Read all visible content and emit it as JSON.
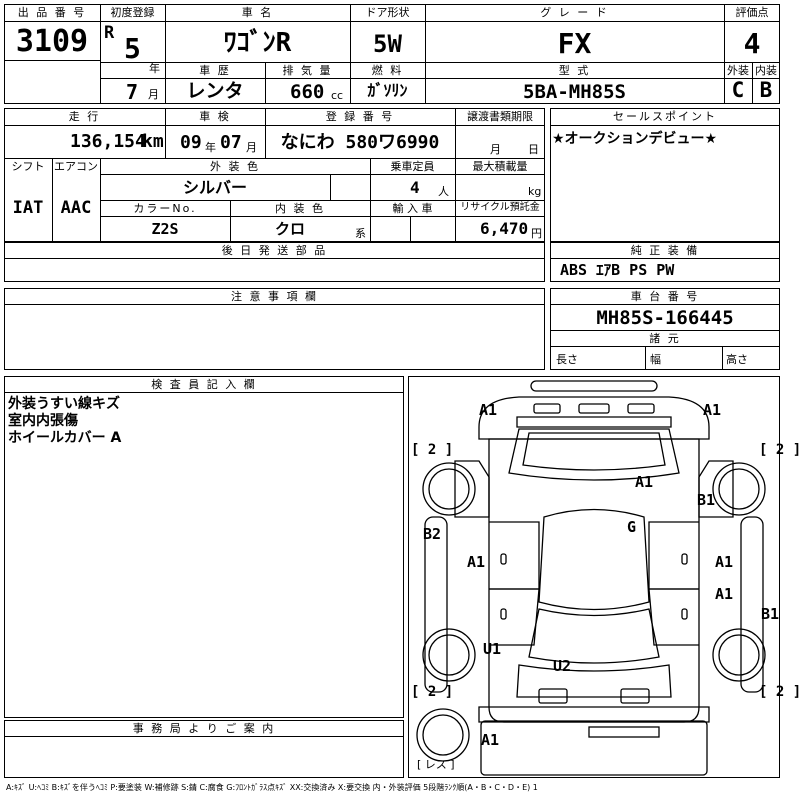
{
  "lot": {
    "header": "出 品 番 号",
    "value": "3109"
  },
  "first_reg": {
    "header": "初度登録",
    "era": "R",
    "year": "5",
    "year_unit": "年",
    "month": "7",
    "month_unit": "月"
  },
  "car_name": {
    "header": "車 名",
    "value": "ﾜｺﾞﾝR"
  },
  "door": {
    "header": "ドア形状",
    "value": "5W"
  },
  "grade": {
    "header": "グ レ ー ド",
    "value": "FX"
  },
  "score": {
    "header": "評価点",
    "value": "4"
  },
  "history": {
    "header": "車 歴",
    "value": "レンタ"
  },
  "displacement": {
    "header": "排 気 量",
    "value": "660",
    "unit": "cc"
  },
  "fuel": {
    "header": "燃 料",
    "value": "ｶﾞｿﾘﾝ"
  },
  "model_code": {
    "header": "型 式",
    "value": "5BA-MH85S"
  },
  "exterior_grade": {
    "header": "外装",
    "value": "C"
  },
  "interior_grade": {
    "header": "内装",
    "value": "B"
  },
  "mileage": {
    "header": "走 行",
    "value": "136,154",
    "unit": "km"
  },
  "inspection": {
    "header": "車 検",
    "year": "09",
    "year_unit": "年",
    "month": "07",
    "month_unit": "月"
  },
  "reg_number": {
    "header": "登 録 番 号",
    "value": "なにわ 580ワ6990"
  },
  "transfer_docs": {
    "header": "譲渡書類期限",
    "month_unit": "月",
    "day_unit": "日"
  },
  "sales_point": {
    "header": "セールスポイント",
    "text": "★オークションデビュー★"
  },
  "shift": {
    "header": "シフト",
    "value": "IAT"
  },
  "aircon": {
    "header": "エアコン",
    "value": "AAC"
  },
  "ext_color": {
    "header": "外 装 色",
    "value": "シルバー"
  },
  "capacity": {
    "header": "乗車定員",
    "value": "4",
    "unit": "人"
  },
  "max_load": {
    "header": "最大積載量",
    "unit": "kg"
  },
  "color_no": {
    "header": "カラーNo.",
    "value": "Z2S"
  },
  "int_color": {
    "header": "内 装 色",
    "value": "クロ",
    "suffix": "系"
  },
  "import": {
    "header": "輸 入 車"
  },
  "recycle": {
    "header": "リサイクル預託金",
    "value": "6,470",
    "unit": "円"
  },
  "later_parts": {
    "header": "後 日 発 送 部 品"
  },
  "equipment": {
    "header": "純 正 装 備",
    "value": "ABS ｴｱB PS PW"
  },
  "notes": {
    "header": "注 意 事 項 欄"
  },
  "chassis": {
    "header": "車 台 番 号",
    "value": "MH85S-166445"
  },
  "specs": {
    "header": "諸 元",
    "length": "長さ",
    "width": "幅",
    "height": "高さ"
  },
  "inspector": {
    "header": "検 査 員 記 入 欄",
    "lines": [
      "外装うすい線キズ",
      "室内内張傷",
      "ホイールカバー A"
    ]
  },
  "office": {
    "header": "事 務 局 よ り ご 案 内"
  },
  "diagram": {
    "marks": {
      "front_left": "A1",
      "front_right": "A1",
      "hood": "A1",
      "right_front_fender": "B1",
      "left_front_fender": "B2",
      "glass": "G",
      "left_front_door": "A1",
      "right_front_door": "A1",
      "right_rear_door": "A1",
      "right_rear_fender": "B1",
      "left_rear_fender": "U1",
      "rear_gate": "U2",
      "rear_bumper": "A1"
    },
    "tires": {
      "fl": "[ 2 ]",
      "fr": "[ 2 ]",
      "rl": "[ 2 ]",
      "rr": "[ 2 ]"
    },
    "spare": "[ レス ]"
  },
  "legend": "A:ｷｽﾞ U:ﾍｺﾐ B:ｷｽﾞを伴うﾍｺﾐ P:要塗装 W:補修跡 S:錆 C:腐食 G:ﾌﾛﾝﾄｶﾞﾗｽ点ｷｽﾞ XX:交換済み X:要交換 内・外装評価 5段階ﾗﾝｸ順(A・B・C・D・E) 1"
}
